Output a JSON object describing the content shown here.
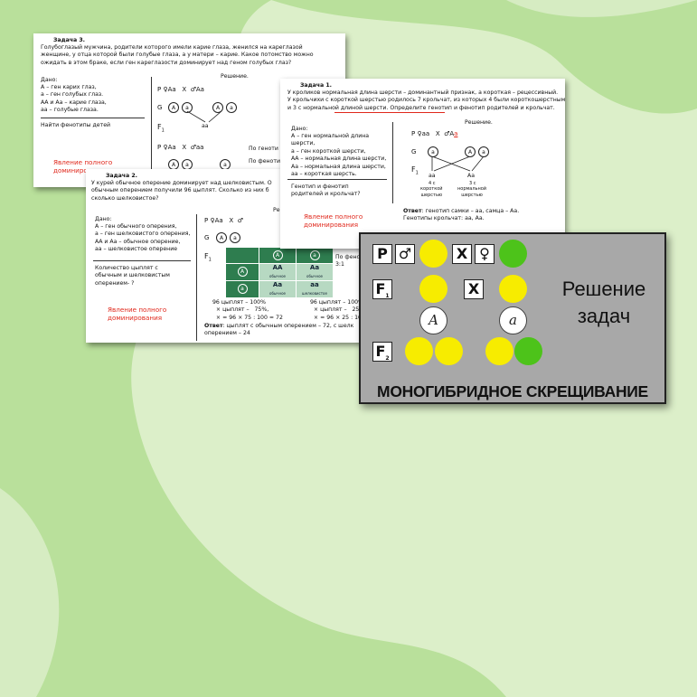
{
  "card3": {
    "title": "Задача 3.",
    "problem": "Голубоглазый мужчина, родители которого имели карие глаза, женился на кареглазой\nженщине, у отца которой были голубые глаза, а у матери – карие. Какое потомство можно\nожидать в этом браке, если ген кареглазости доминирует над геном голубых глаз?",
    "given_label": "Дано:",
    "given": "А – ген карих глаз,\nа – ген голубых глаз.\nАА и Аа – карие глаза,\nаа – голубые глаза.",
    "find": "Найти фенотипы детей",
    "solution_label": "Решение.",
    "p_row": "P ♀Аа   X  ♂Аа",
    "g_label": "G",
    "gametes": [
      "A",
      "a",
      "A",
      "a"
    ],
    "f1_label": "F",
    "f1_sub": "1",
    "f1_value": "аа",
    "p_row2": "P ♀Аа   X  ♂аа",
    "gametes2": [
      "A",
      "a",
      "a"
    ],
    "pheno_label": "По геноти",
    "pheno_label2": "По феноти",
    "answer_red": "Явление полного\nдоминиро"
  },
  "card1": {
    "title": "Задача 1.",
    "problem": "У кроликов нормальная длина шерсти – доминантный признак, а короткая – рецессивный.\nУ крольчихи с короткой шерстью родилось 7 крольчат, из которых 4 были короткошерстными\nи 3 с нормальной длиной шерсти. Определите генотип и фенотип родителей и крольчат.",
    "given_label": "Дано:",
    "given": "А – ген нормальной длина\nшерсти,\nа – ген короткой шерсти,\nАА – нормальная длина шерсти,\nАа – нормальная длина шерсти,\nаа – короткая шерсть.",
    "find": "Генотип и фенотип\nродителей и крольчат?",
    "answer_red": "Явление полного\nдоминирования",
    "solution_label": "Решение.",
    "p_row": "P ♀аа   X  ♂А",
    "p_red": "а",
    "g_label": "G",
    "gametes": [
      "a",
      "A",
      "a"
    ],
    "f1_label": "F",
    "f1_sub": "1",
    "f1_geno": [
      "аа",
      "Аа"
    ],
    "f1_count": [
      "4 с",
      "3 с"
    ],
    "f1_pheno": [
      "короткой\nшерстью",
      "нормальной\nшерстью"
    ],
    "answer_label": "Ответ",
    "answer": ": генотип самки – аа, самца – Аа.\nГенотипы крольчат: аа, Аа."
  },
  "card2": {
    "title": "Задача 2.",
    "problem": "У курей обычное оперение доминирует над шелковистым. О\nобычным оперением получили 96 цыплят. Сколько из них б\nсколько шелковистое?",
    "given_label": "Дано:",
    "given": "А – ген обычного оперения,\nа – ген шелковистого оперения,\nАА и Аа – обычное оперение,\nаа – шелковистое оперение",
    "find": "Количество цыплят с\nобычным и шелковистым\nоперением- ?",
    "answer_red": "Явление полного\nдоминирования",
    "solution_label": "Ре",
    "p_row": "P ♀Аа   X  ♂",
    "g_label": "G",
    "gametes": [
      "A",
      "a"
    ],
    "f1_label": "F",
    "f1_sub": "1",
    "punnett_head": [
      "A",
      "a"
    ],
    "punnett": [
      [
        "AA",
        "Aa"
      ],
      [
        "Aa",
        "aa"
      ]
    ],
    "punnett_sub": [
      [
        "обычное",
        "обычное"
      ],
      [
        "обычное",
        "шелковистое"
      ]
    ],
    "pheno_label": "По фено\n3:1",
    "calc_left": "96 цыплят – 100%\n  × цыплят –   75%,\n  × = 96 × 75 : 100 = 72",
    "calc_right": "96 цыплят – 100%\n  × цыплят –   25%,\n  × = 96 × 25 : 100 = 2",
    "answer_label": "Ответ",
    "answer": ": цыплят с обычным оперением – 72, с шелк\nоперением – 24"
  },
  "title_card": {
    "p_label": "P",
    "male": "♂",
    "cross": "X",
    "female": "♀",
    "f1_label": "F",
    "f1_sub": "1",
    "f2_label": "F",
    "f2_sub": "2",
    "allele_dominant": "A",
    "allele_recessive": "a",
    "heading": "Решение\nзадач",
    "topic": "МОНОГИБРИДНОЕ СКРЕЩИВАНИЕ",
    "colors": {
      "yellow": "#f7ec00",
      "green": "#4dc31a",
      "panel": "#a8a8a8"
    }
  }
}
